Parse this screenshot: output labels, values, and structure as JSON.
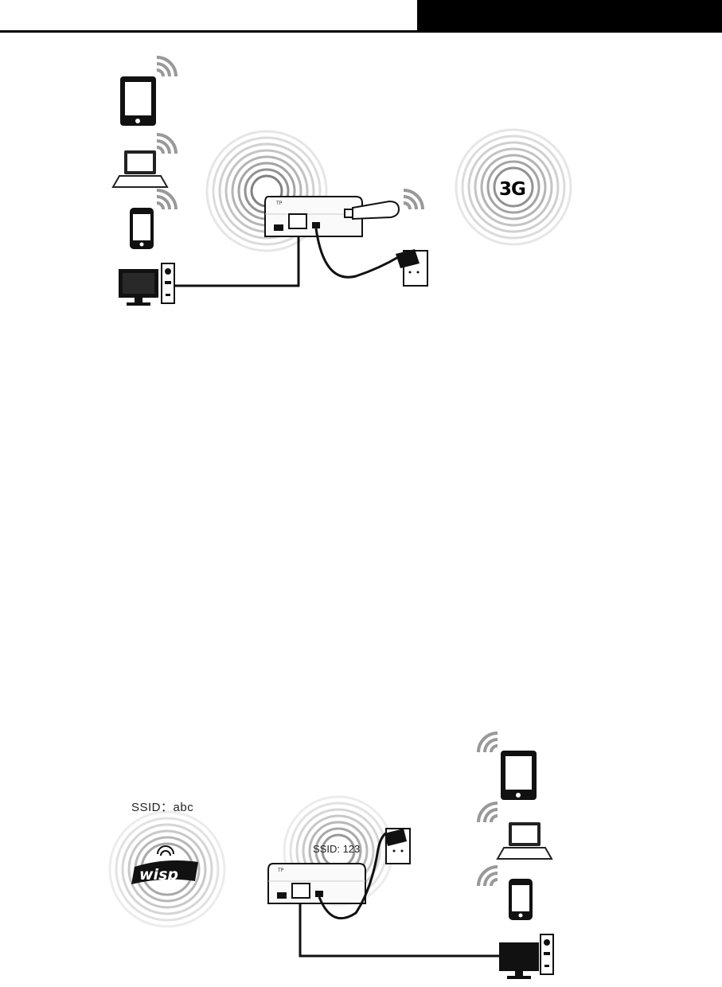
{
  "header": {
    "bar_color": "#000000"
  },
  "figure_top": {
    "badge_text": "3G",
    "icons": [
      "tablet-icon",
      "laptop-icon",
      "smartphone-icon",
      "desktop-computer-icon",
      "router-icon",
      "usb-3g-modem-icon",
      "power-adapter-icon",
      "wall-socket-icon",
      "wifi-signal-icon"
    ]
  },
  "figure_bottom": {
    "upstream_ssid": "SSID：abc",
    "router_ssid": "SSID: 123",
    "logo_text": "wisp",
    "icons": [
      "wisp-logo-icon",
      "router-icon",
      "power-adapter-icon",
      "wall-socket-icon",
      "tablet-icon",
      "laptop-icon",
      "smartphone-icon",
      "desktop-computer-icon",
      "wifi-signal-icon"
    ]
  }
}
